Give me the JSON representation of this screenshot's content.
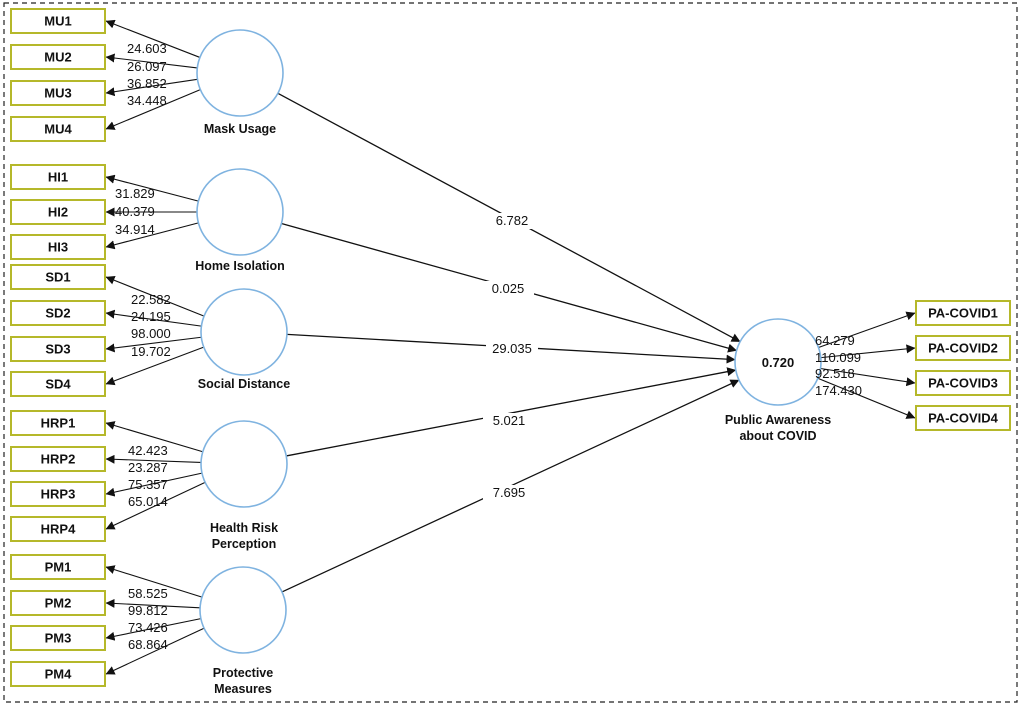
{
  "constructs": [
    {
      "id": "mu",
      "name": [
        "Mask Usage"
      ],
      "indicators": [
        "MU1",
        "MU2",
        "MU3",
        "MU4"
      ],
      "loadings": [
        "24.603",
        "26.097",
        "36.852",
        "34.448"
      ],
      "path_coefficient": "6.782"
    },
    {
      "id": "hi",
      "name": [
        "Home Isolation"
      ],
      "indicators": [
        "HI1",
        "HI2",
        "HI3"
      ],
      "loadings": [
        "31.829",
        "40.379",
        "34.914"
      ],
      "path_coefficient": "0.025"
    },
    {
      "id": "sd",
      "name": [
        "Social Distance"
      ],
      "indicators": [
        "SD1",
        "SD2",
        "SD3",
        "SD4"
      ],
      "loadings": [
        "22.582",
        "24.195",
        "98.000",
        "19.702"
      ],
      "path_coefficient": "29.035"
    },
    {
      "id": "hrp",
      "name": [
        "Health Risk",
        "Perception"
      ],
      "indicators": [
        "HRP1",
        "HRP2",
        "HRP3",
        "HRP4"
      ],
      "loadings": [
        "42.423",
        "23.287",
        "75.357",
        "65.014"
      ],
      "path_coefficient": "5.021"
    },
    {
      "id": "pm",
      "name": [
        "Protective",
        "Measures"
      ],
      "indicators": [
        "PM1",
        "PM2",
        "PM3",
        "PM4"
      ],
      "loadings": [
        "58.525",
        "99.812",
        "73.426",
        "68.864"
      ],
      "path_coefficient": "7.695"
    }
  ],
  "target": {
    "name": [
      "Public Awareness",
      "about COVID"
    ],
    "r_squared": "0.720",
    "indicators": [
      "PA-COVID1",
      "PA-COVID2",
      "PA-COVID3",
      "PA-COVID4"
    ],
    "loadings": [
      "64.279",
      "110.099",
      "92.518",
      "174.430"
    ]
  },
  "colors": {
    "indicator_border": "#b5b82a",
    "construct_border": "#7fb3e0"
  }
}
